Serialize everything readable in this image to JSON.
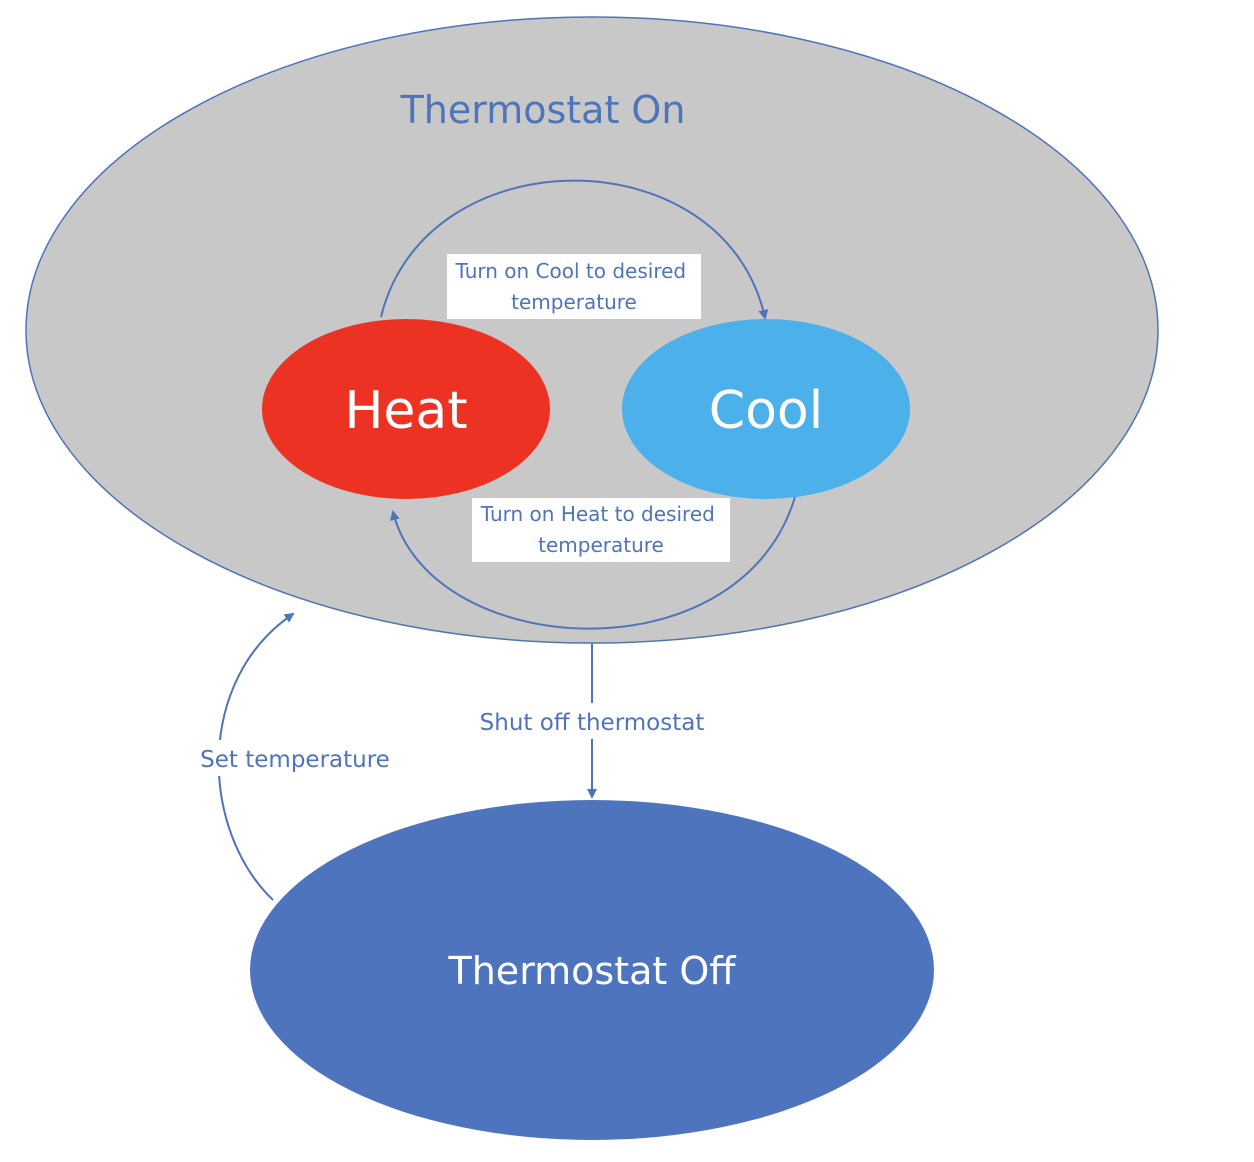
{
  "diagram": {
    "states": {
      "thermostat_on": "Thermostat On",
      "heat": "Heat",
      "cool": "Cool",
      "thermostat_off": "Thermostat Off"
    },
    "transitions": {
      "heat_to_cool": [
        "Turn on Cool to desired",
        "temperature"
      ],
      "cool_to_heat": [
        "Turn on Heat to desired",
        "temperature"
      ],
      "on_to_off": "Shut off thermostat",
      "off_to_on": "Set temperature"
    },
    "colors": {
      "on_region_fill": "#c8c8c8",
      "on_region_stroke": "#4f74b8",
      "heat_fill": "#ec3323",
      "cool_fill": "#4cb0ea",
      "off_fill": "#4f74be",
      "arrow": "#4f74b8",
      "label_box": "#ffffff"
    }
  }
}
